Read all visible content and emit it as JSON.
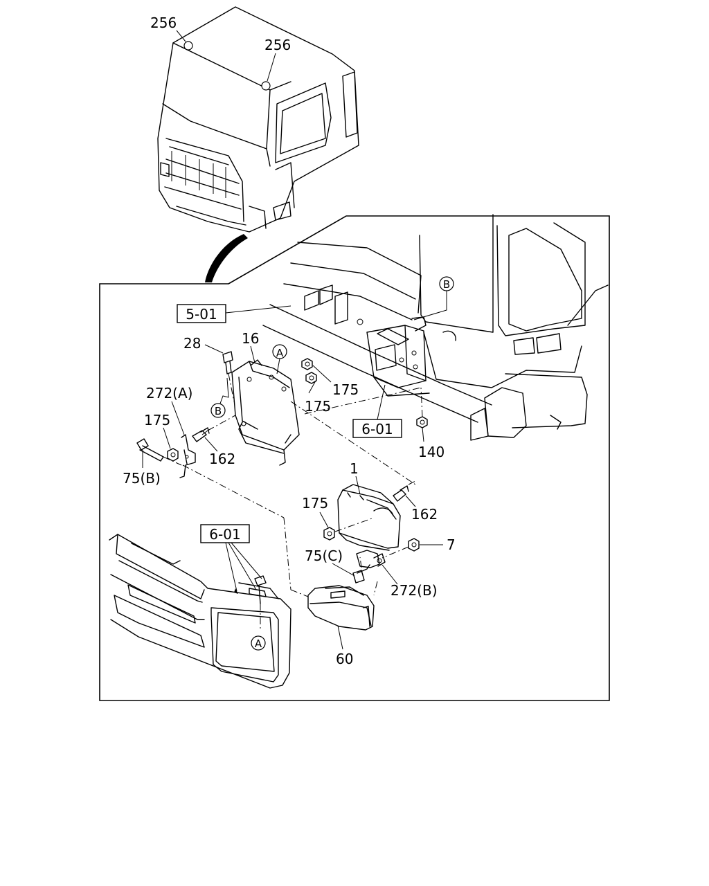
{
  "callouts": {
    "c256a": "256",
    "c256b": "256",
    "ref501": "5-01",
    "c28": "28",
    "c16": "16",
    "c175a": "175",
    "c175b": "175",
    "c272a": "272(A)",
    "c175c": "175",
    "c162a": "162",
    "c75b": "75(B)",
    "ref601a": "6-01",
    "c140": "140",
    "c1": "1",
    "c175d": "175",
    "c162b": "162",
    "c7": "7",
    "c75c": "75(C)",
    "c272b": "272(B)",
    "ref601b": "6-01",
    "c60": "60"
  },
  "markers": {
    "A": "A",
    "B": "B"
  }
}
